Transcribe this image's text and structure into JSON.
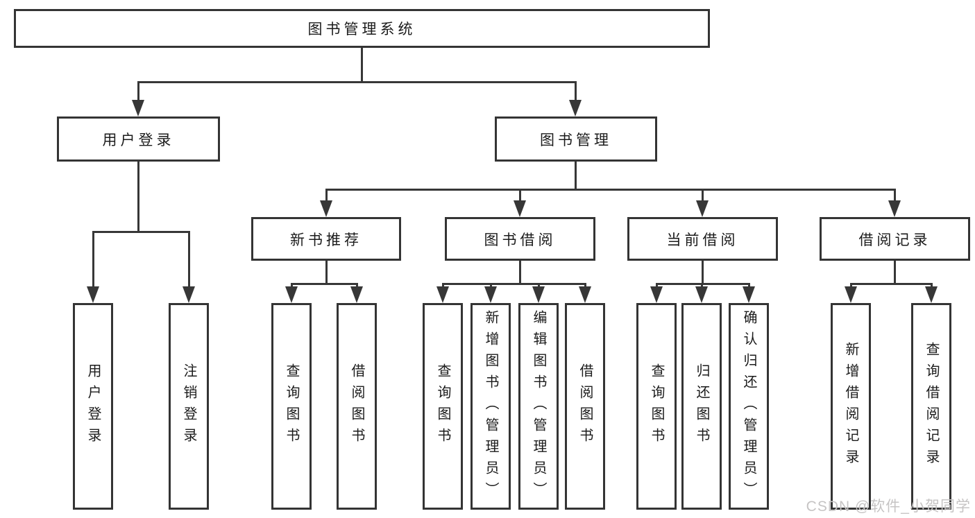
{
  "tree": {
    "root": "图书管理系统",
    "user": {
      "label": "用户登录",
      "children": [
        "用户登录",
        "注销登录"
      ]
    },
    "book": {
      "label": "图书管理",
      "modules": [
        {
          "label": "新书推荐",
          "children": [
            "查询图书",
            "借阅图书"
          ]
        },
        {
          "label": "图书借阅",
          "children": [
            "查询图书",
            "新增图书（管理员）",
            "编辑图书（管理员）",
            "借阅图书"
          ]
        },
        {
          "label": "当前借阅",
          "children": [
            "查询图书",
            "归还图书",
            "确认归还（管理员）"
          ]
        },
        {
          "label": "借阅记录",
          "children": [
            "新增借阅记录",
            "查询借阅记录"
          ]
        }
      ]
    }
  },
  "watermark": "CSDN @软件_小贺同学",
  "colors": {
    "line": "#373737",
    "text": "#1b1b1b",
    "background": "#ffffff",
    "watermark": "#c6c4c4"
  }
}
